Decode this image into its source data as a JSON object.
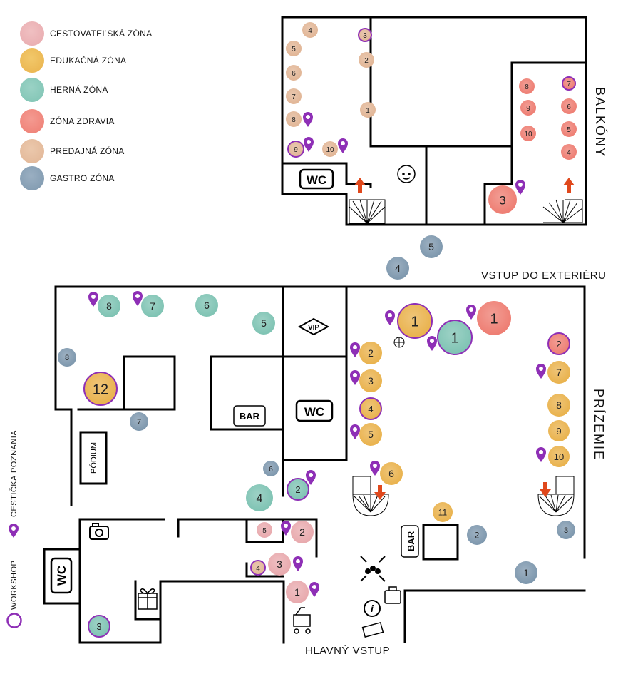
{
  "legend": [
    {
      "label": "CESTOVATEĽSKÁ ZÓNA",
      "color": "#e8a9ad"
    },
    {
      "label": "EDUKAČNÁ  ZÓNA",
      "color": "#e9b24c"
    },
    {
      "label": "HERNÁ ZÓNA",
      "color": "#7ec3b3"
    },
    {
      "label": "ZÓNA ZDRAVIA",
      "color": "#ee7d72"
    },
    {
      "label": "PREDAJNÁ ZÓNA",
      "color": "#e1b595"
    },
    {
      "label": "GASTRO ZÓNA",
      "color": "#7d97ad"
    }
  ],
  "side_legend": {
    "route_label": "CESTIČKA POZNANIA",
    "workshop_label": "WORKSHOP",
    "route_icon": "map-pin-icon",
    "workshop_icon": "ring-icon"
  },
  "labels": {
    "balcony": "BALKÓNY",
    "ground_floor": "PRÍZEMIE",
    "exterior_entrance": "VSTUP DO EXTERIÉRU",
    "main_entrance": "HLAVNÝ VSTUP"
  },
  "rooms": {
    "wc": "WC",
    "bar": "BAR",
    "vip": "VIP",
    "podium": "PÓDIUM"
  },
  "markers": {
    "balcony": [
      {
        "zone": "predajna",
        "number": "4"
      },
      {
        "zone": "predajna",
        "number": "5"
      },
      {
        "zone": "predajna",
        "number": "6"
      },
      {
        "zone": "predajna",
        "number": "7"
      },
      {
        "zone": "predajna",
        "number": "8"
      },
      {
        "zone": "predajna",
        "number": "9",
        "workshop": true
      },
      {
        "zone": "predajna",
        "number": "10"
      },
      {
        "zone": "predajna",
        "number": "3",
        "workshop": true
      },
      {
        "zone": "predajna",
        "number": "2"
      },
      {
        "zone": "predajna",
        "number": "1"
      },
      {
        "zone": "zdravia",
        "number": "8"
      },
      {
        "zone": "zdravia",
        "number": "9"
      },
      {
        "zone": "zdravia",
        "number": "10"
      },
      {
        "zone": "zdravia",
        "number": "7",
        "workshop": true
      },
      {
        "zone": "zdravia",
        "number": "6"
      },
      {
        "zone": "zdravia",
        "number": "5"
      },
      {
        "zone": "zdravia",
        "number": "4"
      },
      {
        "zone": "zdravia",
        "number": "3"
      }
    ],
    "outside": [
      {
        "zone": "gastro",
        "number": "5"
      },
      {
        "zone": "gastro",
        "number": "4"
      }
    ],
    "ground_floor": [
      {
        "zone": "herna",
        "number": "8"
      },
      {
        "zone": "herna",
        "number": "7"
      },
      {
        "zone": "herna",
        "number": "6"
      },
      {
        "zone": "herna",
        "number": "5"
      },
      {
        "zone": "gastro",
        "number": "8"
      },
      {
        "zone": "edukacna",
        "number": "12"
      },
      {
        "zone": "gastro",
        "number": "7"
      },
      {
        "zone": "gastro",
        "number": "6"
      },
      {
        "zone": "herna",
        "number": "4"
      },
      {
        "zone": "herna",
        "number": "2",
        "workshop": true
      },
      {
        "zone": "cestovatelska",
        "number": "5"
      },
      {
        "zone": "cestovatelska",
        "number": "2"
      },
      {
        "zone": "predajna",
        "number": "4",
        "workshop": true
      },
      {
        "zone": "cestovatelska",
        "number": "3"
      },
      {
        "zone": "cestovatelska",
        "number": "1"
      },
      {
        "zone": "herna",
        "number": "3",
        "workshop": true
      },
      {
        "zone": "edukacna",
        "number": "1"
      },
      {
        "zone": "herna",
        "number": "1"
      },
      {
        "zone": "zdravia",
        "number": "1"
      },
      {
        "zone": "edukacna",
        "number": "2"
      },
      {
        "zone": "edukacna",
        "number": "3"
      },
      {
        "zone": "edukacna",
        "number": "4",
        "workshop": true
      },
      {
        "zone": "edukacna",
        "number": "5"
      },
      {
        "zone": "edukacna",
        "number": "6"
      },
      {
        "zone": "edukacna",
        "number": "11"
      },
      {
        "zone": "zdravia",
        "number": "2",
        "workshop": true
      },
      {
        "zone": "edukacna",
        "number": "7"
      },
      {
        "zone": "edukacna",
        "number": "8"
      },
      {
        "zone": "edukacna",
        "number": "9"
      },
      {
        "zone": "edukacna",
        "number": "10"
      },
      {
        "zone": "gastro",
        "number": "2"
      },
      {
        "zone": "gastro",
        "number": "3"
      },
      {
        "zone": "gastro",
        "number": "1"
      }
    ]
  },
  "zone_colors": {
    "cestovatelska": "#e8a9ad",
    "edukacna": "#e9b24c",
    "herna": "#7ec3b3",
    "zdravia": "#ee7d72",
    "predajna": "#e1b595",
    "gastro": "#7d97ad",
    "pin": "#8e2fb6",
    "wall": "#000000",
    "arrow": "#e0481c"
  }
}
